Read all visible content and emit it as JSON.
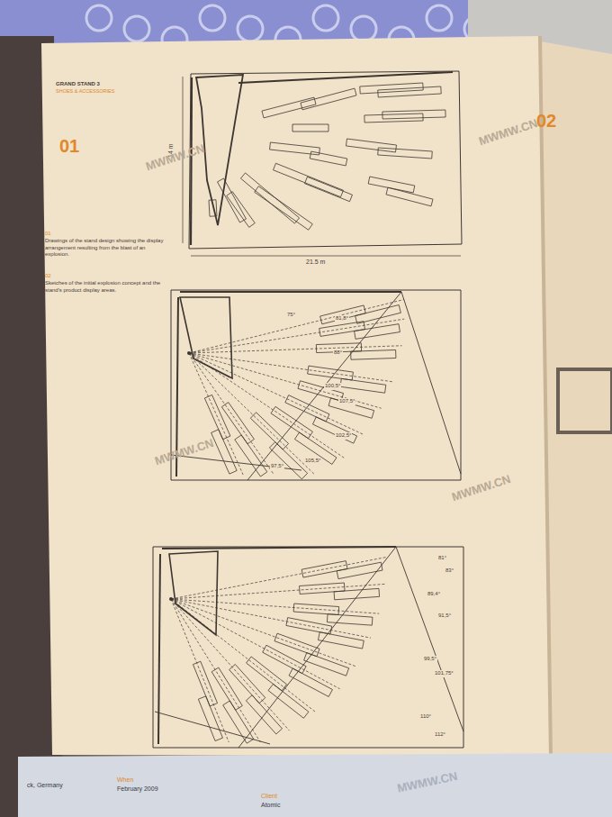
{
  "diagram": {
    "title": "GRAND STAND 3",
    "labels": [
      "SHOES & ACCESSORIES",
      "01",
      "14 m",
      "21.5 m",
      "01",
      "Drawings of the stand design showing the display arrangement resulting from the blast of an explosion.",
      "02",
      "Sketches of the initial explosion concept and the stand's product display areas.",
      "02",
      "75°",
      "81,8°",
      "88°",
      "100,5°",
      "107,5°",
      "102,5°",
      "105,5°",
      "97,5°",
      "81°",
      "83°",
      "89,4°",
      "91,5°",
      "99,5°",
      "101,75°",
      "110°",
      "112°",
      "ck, Germany",
      "When",
      "February 2009",
      "Client",
      "Atomic",
      "MWMW.CN",
      "MWMW.CN",
      "MWMW.CN",
      "MWMW.CN",
      "MWMW.CN"
    ]
  }
}
